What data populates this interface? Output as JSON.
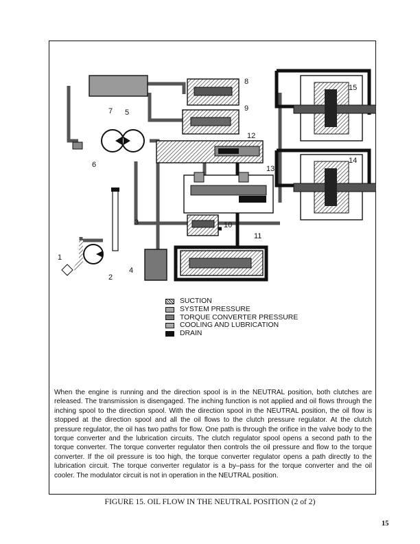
{
  "figure": {
    "callouts": [
      "1",
      "2",
      "3",
      "4",
      "5",
      "6",
      "7",
      "8",
      "9",
      "10",
      "11",
      "12",
      "13",
      "14",
      "15"
    ],
    "legend": [
      {
        "label": "SUCTION",
        "pattern": "hatched"
      },
      {
        "label": "SYSTEM PRESSURE",
        "pattern": "gray"
      },
      {
        "label": "TORQUE CONVERTER PRESSURE",
        "pattern": "dark-gray"
      },
      {
        "label": "COOLING AND LUBRICATION",
        "pattern": "stippled"
      },
      {
        "label": "DRAIN",
        "pattern": "black"
      }
    ]
  },
  "body": {
    "paragraph": "When the engine is running and the direction spool is in the NEUTRAL position, both clutches are released. The transmission is disengaged. The inching function is not applied and oil flows through the inching spool to the direction spool. With the direction spool in the NEUTRAL position, the oil flow is stopped at the direction spool and all the oil flows to the clutch pressure regulator.  At the clutch pressure regulator, the oil has two paths for flow.  One path is through the orifice in the valve body to the torque converter and the lubrication circuits. The clutch regulator spool opens a second path to the torque converter. The torque converter regulator then controls the oil pressure and flow to the torque converter. If the oil pressure is too high, the torque converter regulator opens a path directly to the lubrication circuit. The torque converter regulator is a by–pass for the torque converter and the oil cooler. The modulator circuit is not in operation in the NEUTRAL position."
  },
  "caption": "FIGURE 15. OIL FLOW IN THE NEUTRAL POSITION (2 of 2)",
  "page_number": "15"
}
